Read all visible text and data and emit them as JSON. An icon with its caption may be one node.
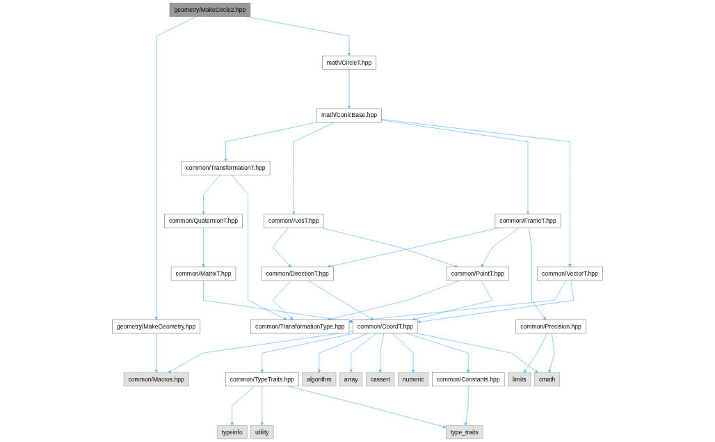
{
  "diagram": {
    "nodes": [
      {
        "text": [
          "geometry/MakeCircle2.hpp"
        ]
      },
      {
        "text": [
          "math/CircleT.hpp"
        ]
      },
      {
        "text": [
          "geometry/MakeGeometry.hpp"
        ]
      },
      {
        "text": [
          "math/ConicBase.hpp"
        ]
      },
      {
        "text": [
          "common/TransformationT.hpp"
        ]
      },
      {
        "text": [
          "common/AxisT.hpp"
        ]
      },
      {
        "text": [
          "common/FrameT.hpp"
        ]
      },
      {
        "text": [
          "common/QuaternionT.hpp"
        ]
      },
      {
        "text": [
          "common/DirectionT.hpp"
        ]
      },
      {
        "text": [
          "common/PointT.hpp"
        ]
      },
      {
        "text": [
          "common/VectorT.hpp"
        ]
      },
      {
        "text": [
          "common/Precision.hpp"
        ]
      },
      {
        "text": [
          "limits"
        ]
      },
      {
        "text": [
          "common/MatrixT.hpp"
        ]
      },
      {
        "text": [
          "common/TransformationType.hpp"
        ]
      },
      {
        "text": [
          "common/CoordT.hpp"
        ]
      },
      {
        "text": [
          "common/Macros.hpp"
        ]
      },
      {
        "text": [
          "common/TypeTraits.hpp"
        ]
      },
      {
        "text": [
          "algorithm"
        ]
      },
      {
        "text": [
          "array"
        ]
      },
      {
        "text": [
          "cassert"
        ]
      },
      {
        "text": [
          "numeric"
        ]
      },
      {
        "text": [
          "common/Constants.hpp"
        ]
      },
      {
        "text": [
          "cmath"
        ]
      },
      {
        "text": [
          "typeinfo"
        ]
      },
      {
        "text": [
          "utility"
        ]
      },
      {
        "text": [
          "type_traits"
        ]
      }
    ],
    "edges": [
      {
        "from": 0,
        "to": 2,
        "arrow": "to"
      },
      {
        "from": 0,
        "to": 1,
        "arrow": "to"
      },
      {
        "from": 1,
        "to": 3,
        "arrow": "to"
      },
      {
        "from": 2,
        "to": 16,
        "arrow": "to"
      },
      {
        "from": 3,
        "to": 4,
        "arrow": "to"
      },
      {
        "from": 3,
        "to": 5,
        "arrow": "to"
      },
      {
        "from": 3,
        "to": 6,
        "arrow": "to"
      },
      {
        "from": 3,
        "to": 10,
        "arrow": "to"
      },
      {
        "from": 4,
        "to": 7,
        "arrow": "to"
      },
      {
        "from": 4,
        "to": 14,
        "arrow": "to"
      },
      {
        "from": 5,
        "to": 8,
        "arrow": "to"
      },
      {
        "from": 5,
        "to": 9,
        "arrow": "to"
      },
      {
        "from": 6,
        "to": 8,
        "arrow": "to"
      },
      {
        "from": 6,
        "to": 9,
        "arrow": "to"
      },
      {
        "from": 6,
        "to": 11,
        "arrow": "to"
      },
      {
        "from": 7,
        "to": 13,
        "arrow": "to"
      },
      {
        "from": 8,
        "to": 14,
        "arrow": "to"
      },
      {
        "from": 8,
        "to": 15,
        "arrow": "to"
      },
      {
        "from": 9,
        "to": 14,
        "arrow": "to"
      },
      {
        "from": 9,
        "to": 15,
        "arrow": "to"
      },
      {
        "from": 10,
        "to": 14,
        "arrow": "to"
      },
      {
        "from": 10,
        "to": 15,
        "arrow": "to"
      },
      {
        "from": 11,
        "to": 12,
        "arrow": "to"
      },
      {
        "from": 11,
        "to": 23,
        "arrow": "to"
      },
      {
        "from": 13,
        "to": 15,
        "arrow": "to"
      },
      {
        "from": 15,
        "to": 16,
        "arrow": "to"
      },
      {
        "from": 15,
        "to": 17,
        "arrow": "to"
      },
      {
        "from": 15,
        "to": 18,
        "arrow": "to"
      },
      {
        "from": 15,
        "to": 19,
        "arrow": "to"
      },
      {
        "from": 15,
        "to": 20,
        "arrow": "to"
      },
      {
        "from": 15,
        "to": 21,
        "arrow": "to"
      },
      {
        "from": 15,
        "to": 22,
        "arrow": "to"
      },
      {
        "from": 15,
        "to": 23,
        "arrow": "to"
      },
      {
        "from": 17,
        "to": 24,
        "arrow": "to"
      },
      {
        "from": 17,
        "to": 25,
        "arrow": "to"
      },
      {
        "from": 17,
        "to": 26,
        "arrow": "to"
      },
      {
        "from": 22,
        "to": 26,
        "arrow": "to"
      }
    ]
  }
}
